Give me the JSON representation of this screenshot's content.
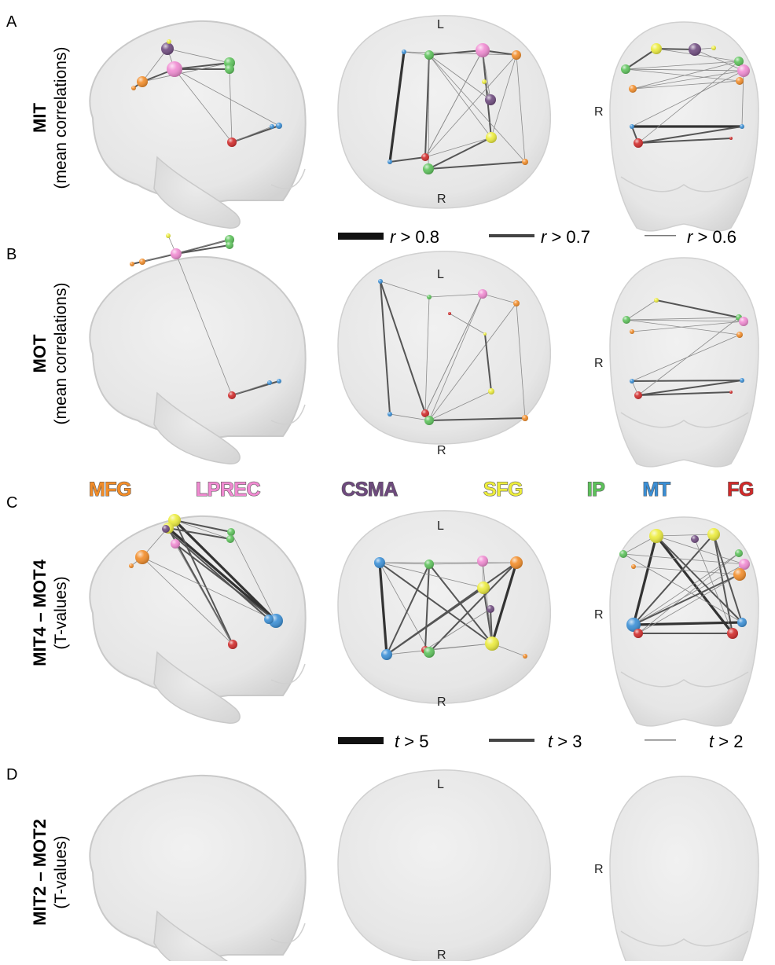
{
  "colors": {
    "MFG": "#f28c28",
    "LPREC": "#f08ad1",
    "CSMA": "#6e4a7e",
    "SFG": "#ecec3c",
    "IP": "#5cc25a",
    "MT": "#3a8fd6",
    "FG": "#d12a2a"
  },
  "panels": [
    {
      "letter": "A",
      "title": "MIT",
      "subtitle": "(mean correlations)"
    },
    {
      "letter": "B",
      "title": "MOT",
      "subtitle": "(mean correlations)"
    },
    {
      "letter": "C",
      "title": "MIT4 – MOT4",
      "subtitle": "(T-values)"
    },
    {
      "letter": "D",
      "title": "MIT2 – MOT2",
      "subtitle": "(T-values)"
    }
  ],
  "orientation": {
    "left": "L",
    "right": "R"
  },
  "legend_r": [
    {
      "var": "r",
      "label": " > 0.8"
    },
    {
      "var": "r",
      "label": " > 0.7"
    },
    {
      "var": "r",
      "label": " > 0.6"
    }
  ],
  "legend_t": [
    {
      "var": "t",
      "label": " > 5"
    },
    {
      "var": "t",
      "label": " > 3"
    },
    {
      "var": "t",
      "label": " > 2"
    }
  ],
  "roi_legend": [
    "MFG",
    "LPREC",
    "CSMA",
    "SFG",
    "IP",
    "MT",
    "FG"
  ]
}
